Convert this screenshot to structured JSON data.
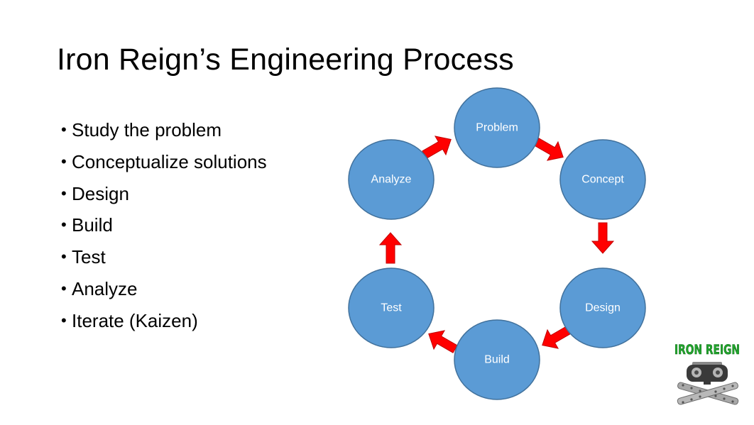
{
  "slide": {
    "title": "Iron Reign’s Engineering Process",
    "bullets": [
      "Study the problem",
      "Conceptualize solutions",
      "Design",
      "Build",
      "Test",
      "Analyze",
      "Iterate (Kaizen)"
    ]
  },
  "cycle": {
    "nodes": [
      "Problem",
      "Concept",
      "Design",
      "Build",
      "Test",
      "Analyze"
    ],
    "node_color": "#5b9bd5",
    "node_border": "#41719c",
    "arrow_color": "#ff0000",
    "label_color": "#ffffff"
  },
  "logo": {
    "text": "IRON REIGN",
    "text_color": "#22a52d"
  }
}
